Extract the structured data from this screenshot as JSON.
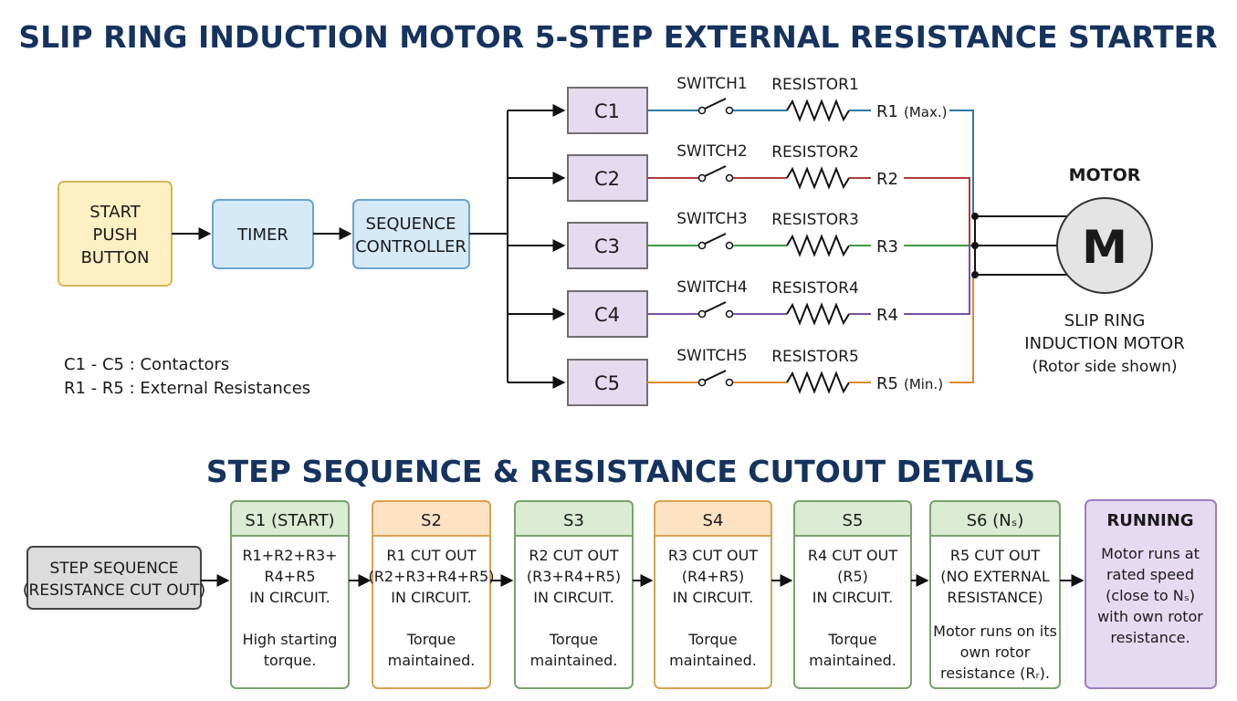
{
  "title": "SLIP RING INDUCTION MOTOR 5-STEP EXTERNAL RESISTANCE STARTER",
  "blocks": {
    "start": [
      "START",
      "PUSH",
      "BUTTON"
    ],
    "timer": "TIMER",
    "controller": [
      "SEQUENCE",
      "CONTROLLER"
    ]
  },
  "branches": [
    {
      "contactor": "C1",
      "switch": "SWITCH1",
      "resistor": "RESISTOR1",
      "r_label": "R1",
      "r_note": "(Max.)",
      "color": "#2e7aa0"
    },
    {
      "contactor": "C2",
      "switch": "SWITCH2",
      "resistor": "RESISTOR2",
      "r_label": "R2",
      "r_note": "",
      "color": "#b03a3a"
    },
    {
      "contactor": "C3",
      "switch": "SWITCH3",
      "resistor": "RESISTOR3",
      "r_label": "R3",
      "r_note": "",
      "color": "#3f9a46"
    },
    {
      "contactor": "C4",
      "switch": "SWITCH4",
      "resistor": "RESISTOR4",
      "r_label": "R4",
      "r_note": "",
      "color": "#7a4fa0"
    },
    {
      "contactor": "C5",
      "switch": "SWITCH5",
      "resistor": "RESISTOR5",
      "r_label": "R5",
      "r_note": "(Min.)",
      "color": "#e08a2a"
    }
  ],
  "motor": {
    "header": "MOTOR",
    "symbol": "M",
    "caption": [
      "SLIP RING",
      "INDUCTION MOTOR",
      "(Rotor side shown)"
    ]
  },
  "legend": [
    "C1 - C5 : Contactors",
    "R1 - R5 : External Resistances"
  ],
  "subtitle": "STEP SEQUENCE & RESISTANCE CUTOUT DETAILS",
  "sequence_label": [
    "STEP SEQUENCE",
    "(RESISTANCE CUT OUT)"
  ],
  "steps": [
    {
      "title": "S1 (START)",
      "lines": [
        "R1+R2+R3+",
        "R4+R5",
        "IN CIRCUIT."
      ],
      "note": [
        "High starting",
        "torque."
      ],
      "header_color": "#dcebd3",
      "border": "#7aa36e"
    },
    {
      "title": "S2",
      "lines": [
        "R1 CUT OUT",
        "(R2+R3+R4+R5)",
        "IN CIRCUIT."
      ],
      "note": [
        "Torque",
        "maintained."
      ],
      "header_color": "#fde3c4",
      "border": "#d9a252"
    },
    {
      "title": "S3",
      "lines": [
        "R2 CUT OUT",
        "(R3+R4+R5)",
        "IN CIRCUIT."
      ],
      "note": [
        "Torque",
        "maintained."
      ],
      "header_color": "#dcebd3",
      "border": "#7aa36e"
    },
    {
      "title": "S4",
      "lines": [
        "R3 CUT OUT",
        "(R4+R5)",
        "IN CIRCUIT."
      ],
      "note": [
        "Torque",
        "maintained."
      ],
      "header_color": "#fde3c4",
      "border": "#d9a252"
    },
    {
      "title": "S5",
      "lines": [
        "R4 CUT OUT",
        "(R5)",
        "IN CIRCUIT."
      ],
      "note": [
        "Torque",
        "maintained."
      ],
      "header_color": "#dcebd3",
      "border": "#7aa36e"
    },
    {
      "title": "S6 (Nₛ)",
      "lines": [
        "R5 CUT OUT",
        "(NO EXTERNAL",
        "RESISTANCE)"
      ],
      "note": [
        "Motor runs on its",
        "own rotor",
        "resistance (Rᵣ)."
      ],
      "header_color": "#dcebd3",
      "border": "#7aa36e"
    }
  ],
  "running": {
    "title": "RUNNING",
    "lines": [
      "Motor runs at",
      "rated speed",
      "(close to Nₛ)",
      "with own rotor",
      "resistance."
    ]
  }
}
